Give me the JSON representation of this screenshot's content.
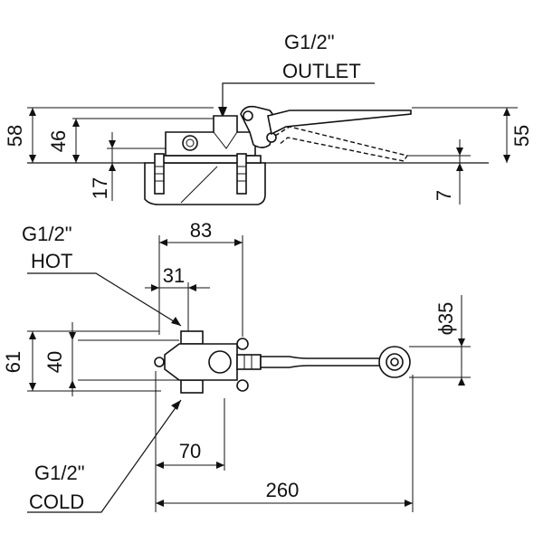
{
  "labels": {
    "outlet_line1": "G1/2\"",
    "outlet_line2": "OUTLET",
    "hot_line1": "G1/2\"",
    "hot_line2": "HOT",
    "cold_line1": "G1/2\"",
    "cold_line2": "COLD"
  },
  "dimensions": {
    "d58": "58",
    "d46": "46",
    "d17": "17",
    "d55": "55",
    "d7": "7",
    "d83": "83",
    "d31": "31",
    "d61": "61",
    "d40": "40",
    "d35": "ϕ35",
    "d70": "70",
    "d260": "260"
  }
}
